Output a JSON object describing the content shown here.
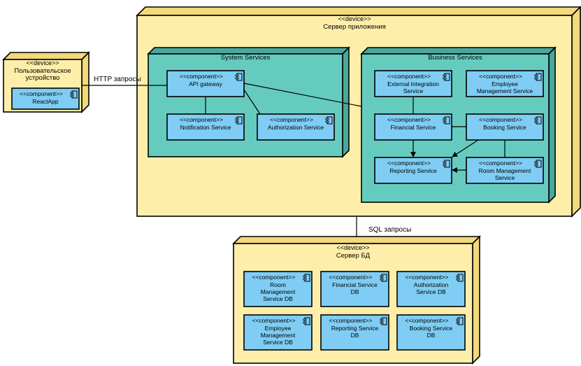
{
  "colors": {
    "device_fill": "#ffeeaa",
    "device_side": "#f2d97a",
    "group_fill": "#66cbbf",
    "group_side": "#48a89c",
    "component_fill": "#7fcdf4",
    "stroke": "#000000"
  },
  "labels": {
    "http": "HTTP запросы",
    "sql": "SQL запросы"
  },
  "devices": {
    "client": {
      "stereotype": "<<device>>",
      "title": [
        "Пользовательское",
        "устройство"
      ]
    },
    "app": {
      "stereotype": "<<device>>",
      "title": [
        "Сервер приложения"
      ]
    },
    "db": {
      "stereotype": "<<device>>",
      "title": [
        "Сервер БД"
      ]
    }
  },
  "groups": {
    "system": {
      "title": "System Services"
    },
    "business": {
      "title": "Business Services"
    }
  },
  "components": {
    "react": {
      "stereotype": "<<component>>",
      "name": [
        "ReactApp"
      ]
    },
    "gateway": {
      "stereotype": "<<component>>",
      "name": [
        "API gateway"
      ]
    },
    "notification": {
      "stereotype": "<<component>>",
      "name": [
        "Notification Service"
      ]
    },
    "authorization": {
      "stereotype": "<<component>>",
      "name": [
        "Authorization Service"
      ]
    },
    "external": {
      "stereotype": "<<component>>",
      "name": [
        "External Integration",
        "Service"
      ]
    },
    "employee": {
      "stereotype": "<<component>>",
      "name": [
        "Employee",
        "Management Service"
      ]
    },
    "financial": {
      "stereotype": "<<component>>",
      "name": [
        "Financial Service"
      ]
    },
    "booking": {
      "stereotype": "<<component>>",
      "name": [
        "Booking Service"
      ]
    },
    "reporting": {
      "stereotype": "<<component>>",
      "name": [
        "Reporting Service"
      ]
    },
    "room": {
      "stereotype": "<<component>>",
      "name": [
        "Room Management",
        "Service"
      ]
    },
    "room_db": {
      "stereotype": "<<component>>",
      "name": [
        "Room",
        "Management",
        "Service DB"
      ]
    },
    "financial_db": {
      "stereotype": "<<component>>",
      "name": [
        "Financial Service",
        "DB"
      ]
    },
    "auth_db": {
      "stereotype": "<<component>>",
      "name": [
        "Authorization",
        "Service DB"
      ]
    },
    "employee_db": {
      "stereotype": "<<component>>",
      "name": [
        "Employee",
        "Management",
        "Service DB"
      ]
    },
    "reporting_db": {
      "stereotype": "<<component>>",
      "name": [
        "Reporting Service",
        "DB"
      ]
    },
    "booking_db": {
      "stereotype": "<<component>>",
      "name": [
        "Booking Service",
        "DB"
      ]
    }
  }
}
